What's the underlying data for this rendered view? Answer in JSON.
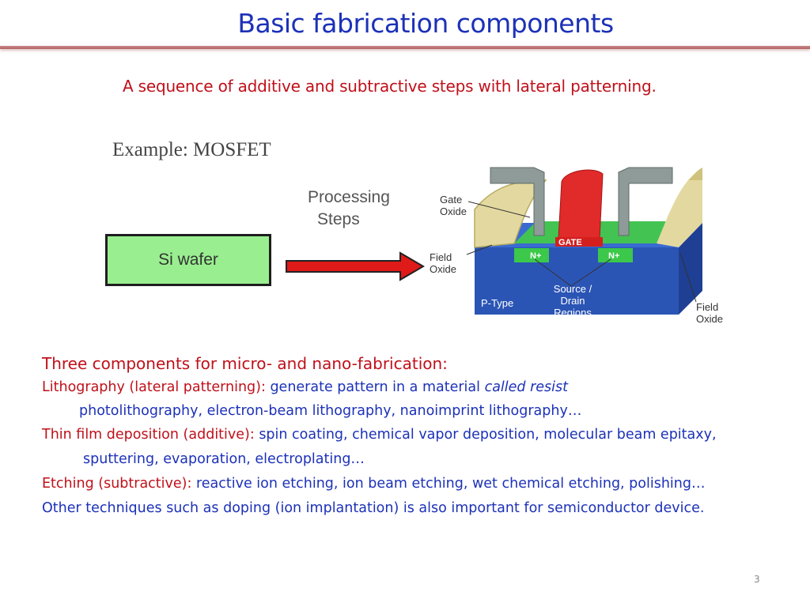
{
  "slide": {
    "title": "Basic fabrication components",
    "subtitle": "A sequence of additive and subtractive steps with lateral patterning.",
    "page_number": "3"
  },
  "figure": {
    "example_label": "Example: MOSFET",
    "processing_steps": [
      "Processing",
      "Steps"
    ],
    "wafer_label": "Si wafer",
    "gate_oxide": [
      "Gate",
      "Oxide"
    ],
    "field_oxide_left": [
      "Field",
      "Oxide"
    ],
    "field_oxide_right": [
      "Field",
      "Oxide"
    ],
    "gate_label": "GATE",
    "n_plus_left": "N+",
    "n_plus_right": "N+",
    "source_drain": [
      "Source / Drain",
      "Regions"
    ],
    "p_type": "P-Type",
    "colors": {
      "wafer_fill": "#99ef8f",
      "arrow": "#e01919",
      "substrate": "#2b55b5",
      "gate": "#e12a2a",
      "oxide": "#e3d9a0",
      "n_plus": "#3cc84a",
      "metal": "#8f9b98"
    }
  },
  "content": {
    "heading": "Three components for micro- and nano-fabrication:",
    "items": [
      {
        "label": "Lithography (lateral patterning):",
        "text": " generate pattern in a material ",
        "emphasis": "called resist",
        "sub": "photolithography, electron-beam lithography, nanoimprint lithography…"
      },
      {
        "label": "Thin film deposition (additive):",
        "text": " spin coating, chemical vapor deposition, molecular beam epitaxy, sputtering, evaporation, electroplating…"
      },
      {
        "label": "Etching (subtractive):",
        "text": " reactive ion etching, ion beam etching, wet chemical etching, polishing…"
      },
      {
        "text": "Other techniques such as doping (ion implantation) is also important for semiconductor device."
      }
    ]
  }
}
